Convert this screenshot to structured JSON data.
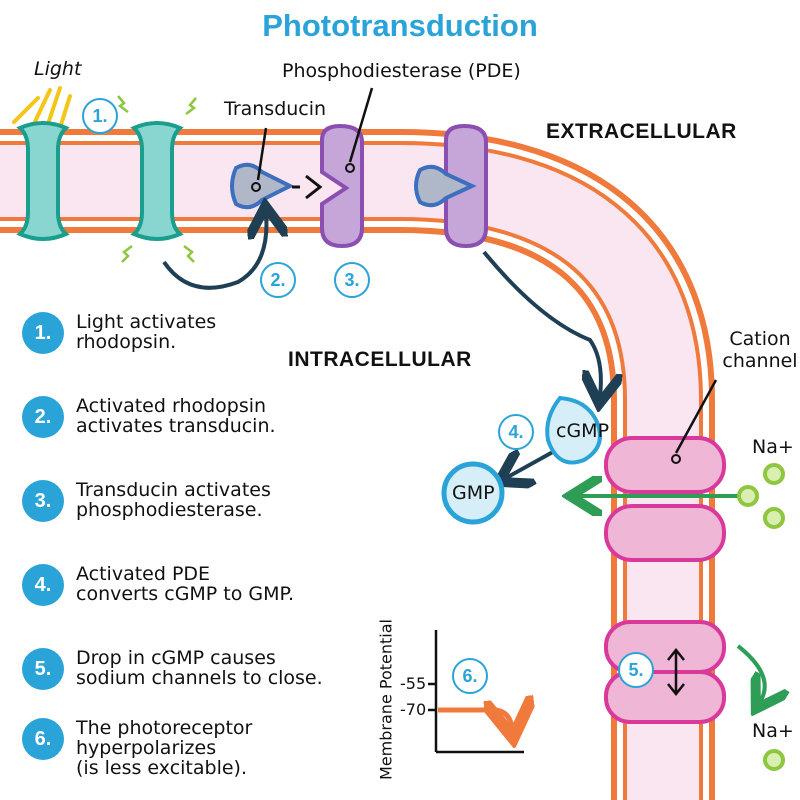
{
  "title": "Phototransduction",
  "labels": {
    "light": "Light",
    "pde": "Phosphodiesterase (PDE)",
    "transducin": "Transducin",
    "extracellular": "EXTRACELLULAR",
    "intracellular": "INTRACELLULAR",
    "cation_channel": "Cation\nchannel",
    "cgmp": "cGMP",
    "gmp": "GMP",
    "na_in": "Na+",
    "na_out": "Na+"
  },
  "badges": [
    "1.",
    "2.",
    "3.",
    "4.",
    "5.",
    "6."
  ],
  "steps": [
    {
      "num": "1.",
      "text": "Light activates\nrhodopsin."
    },
    {
      "num": "2.",
      "text": "Activated rhodopsin\nactivates transducin."
    },
    {
      "num": "3.",
      "text": "Transducin activates\nphosphodiesterase."
    },
    {
      "num": "4.",
      "text": "Activated PDE\nconverts cGMP to GMP."
    },
    {
      "num": "5.",
      "text": "Drop in cGMP causes\nsodium channels to close."
    },
    {
      "num": "6.",
      "text": "The photoreceptor\nhyperpolarizes\n(is less excitable)."
    }
  ],
  "graph": {
    "ylabel": "Membrane Potential",
    "ticks": [
      "-55",
      "-70"
    ]
  },
  "colors": {
    "title": "#2aa3d8",
    "membrane": "#f07a3c",
    "membrane_fill": "#f9e6f1",
    "rhodopsin": "#88d6cf",
    "pde": "#c6a6d8",
    "channel": "#d9399a",
    "arrow_dark": "#1f3f55",
    "arrow_green": "#2e9e57",
    "na_green": "#9ccc4a"
  }
}
